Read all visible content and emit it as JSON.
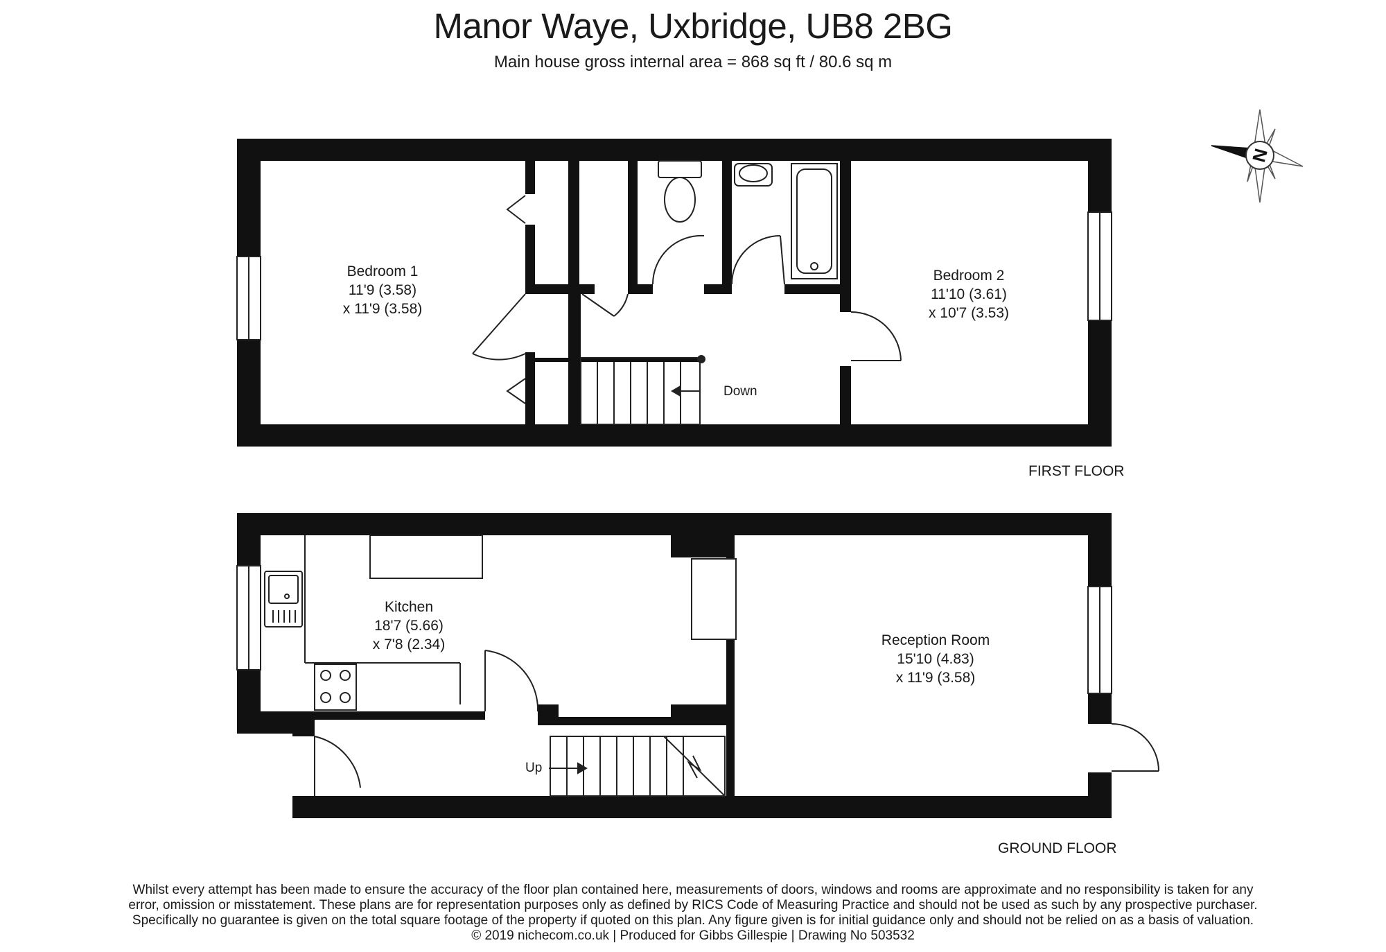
{
  "header": {
    "title": "Manor Waye, Uxbridge, UB8 2BG",
    "subtitle": "Main house gross internal area =  868 sq ft / 80.6 sq m"
  },
  "compass": {
    "letter": "N",
    "icon": "compass-icon"
  },
  "first_floor": {
    "label": "FIRST FLOOR",
    "stairs_label": "Down",
    "rooms": [
      {
        "name": "Bedroom 1",
        "dim1": "11'9 (3.58)",
        "dim2": "x 11'9 (3.58)"
      },
      {
        "name": "Bedroom 2",
        "dim1": "11'10 (3.61)",
        "dim2": "x 10'7 (3.53)"
      }
    ]
  },
  "ground_floor": {
    "label": "GROUND FLOOR",
    "stairs_label": "Up",
    "rooms": [
      {
        "name": "Kitchen",
        "dim1": "18'7 (5.66)",
        "dim2": "x 7'8 (2.34)"
      },
      {
        "name": "Reception Room",
        "dim1": "15'10 (4.83)",
        "dim2": "x 11'9 (3.58)"
      }
    ]
  },
  "disclaimer": {
    "line1": "Whilst every attempt has been made to ensure the accuracy of the floor plan contained here, measurements of doors, windows and rooms are approximate and no responsibility is taken for any",
    "line2": "error, omission or misstatement. These plans are for representation purposes only as defined by RICS Code of Measuring Practice and should not be used as such by any prospective purchaser.",
    "line3": "Specifically no guarantee is given on the total square footage of the property if quoted on this plan. Any figure given is for initial guidance only and should not be relied on as a basis of valuation.",
    "line4": "© 2019 nichecom.co.uk  |  Produced for Gibbs Gillespie  |  Drawing No 503532"
  },
  "colors": {
    "wall": "#111111",
    "line": "#222222",
    "background": "#ffffff"
  }
}
